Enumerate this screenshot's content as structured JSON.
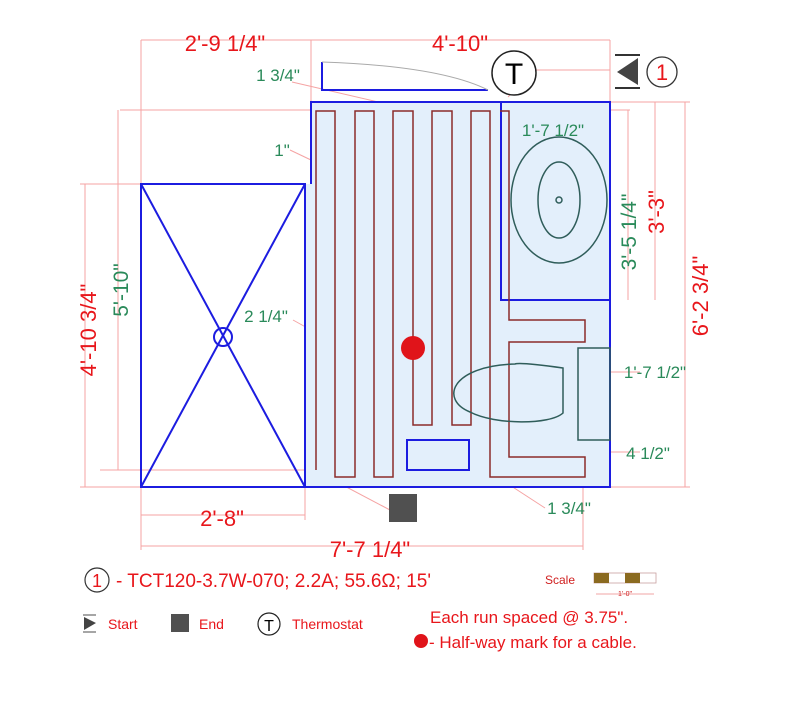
{
  "dimensions": {
    "top_left": "2'-9 1/4\"",
    "top_right": "4'-10\"",
    "gap_top": "1 3/4\"",
    "gap_left": "1\"",
    "vanity_width": "1'-7 1/2\"",
    "vanity_depth": "3'-5 1/4\"",
    "vanity_total": "3'-3\"",
    "room_height": "6'-2 3/4\"",
    "shower_outer": "4'-10 3/4\"",
    "shower_inner": "5'-10\"",
    "shower_gap": "2 1/4\"",
    "toilet_width": "1'-7 1/2\"",
    "toilet_gap": "4 1/2\"",
    "bottom_gap": "1 3/4\"",
    "shower_width": "2'-8\"",
    "total_width": "7'-7 1/4\""
  },
  "markers": {
    "thermostat": "T",
    "cable_number": "1"
  },
  "legend": {
    "cable_number": "1",
    "cable_spec": "- TCT120-3.7W-070; 2.2A; 55.6Ω; 15'",
    "scale_label": "Scale",
    "scale_value": "1'-0\"",
    "start_label": "Start",
    "end_label": "End",
    "thermostat_symbol": "T",
    "thermostat_label": "Thermostat",
    "spacing_note": "Each run spaced @ 3.75\".",
    "halfway_note": "- Half-way mark for a cable."
  },
  "colors": {
    "dimension_red": "#e8161b",
    "dimension_green": "#2a8a5a",
    "wall": "#1c1ce0",
    "cable": "#8b2b2b",
    "floor": "#e3effb"
  }
}
